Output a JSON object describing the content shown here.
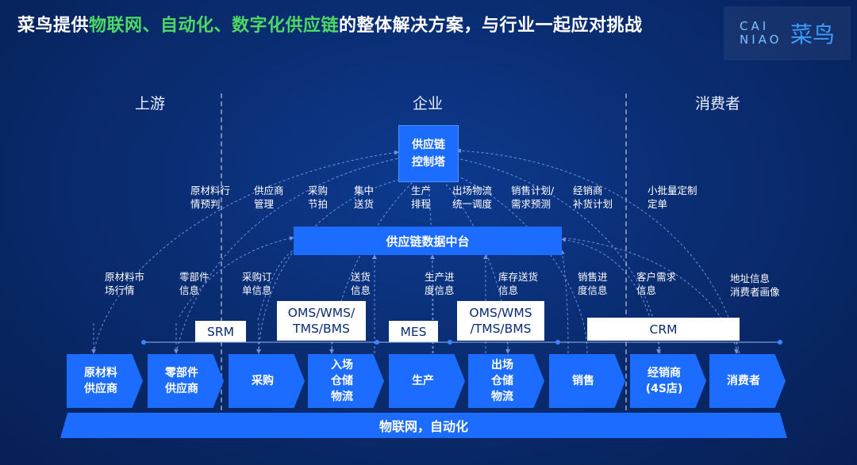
{
  "title": {
    "p1": "菜鸟提供",
    "p2": "物联网、自动化、数字化供应链",
    "p3": "的整体解决方案，与行业一起应对挑战"
  },
  "logo": {
    "en": "CAI\nNIAO",
    "cn": "菜鸟"
  },
  "sections": [
    "上游",
    "企业",
    "消费者"
  ],
  "tower": "供应链\n控制塔",
  "data_platform": "供应链数据中台",
  "top_labels": [
    "原材料行\n情预判",
    "供应商\n管理",
    "采购\n节拍",
    "集中\n送货",
    "生产\n排程",
    "出场物流\n统一调度",
    "销售计划/\n需求预测",
    "经销商\n补货计划",
    "小批量定制\n定单"
  ],
  "mid_labels": [
    "原材料市\n场行情",
    "零部件\n信息",
    "采购订\n单信息",
    "送货\n信息",
    "生产进\n度信息",
    "库存送货\n信息",
    "销售进\n度信息",
    "客户需求\n信息",
    "地址信息\n消费者画像"
  ],
  "systems": [
    "SRM",
    "OMS/WMS/\nTMS/BMS",
    "MES",
    "OMS/WMS\n/TMS/BMS",
    "CRM"
  ],
  "stages": [
    "原材料\n供应商",
    "零部件\n供应商",
    "采购",
    "入场\n仓储\n物流",
    "生产",
    "出场\n仓储\n物流",
    "销售",
    "经销商\n(4S店)",
    "消费者"
  ],
  "base": "物联网，自动化",
  "colors": {
    "accent": "#1b6cff",
    "highlight": "#4cd964",
    "background": "#0a2d72"
  }
}
